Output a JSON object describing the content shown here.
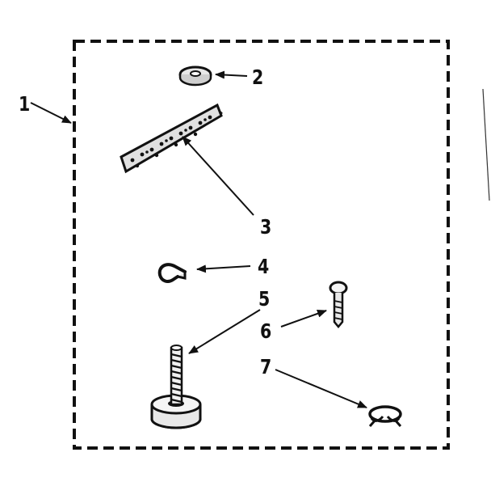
{
  "colors": {
    "ink": "#111111",
    "paper": "#ffffff",
    "part-fill": "#e8e8e8"
  },
  "callouts": {
    "kit": "1",
    "washer": "2",
    "bracket": "3",
    "clip": "4",
    "leveling_leg": "5",
    "screw": "6",
    "spring_clip": "7"
  },
  "parts": [
    {
      "callout": "1",
      "icon": "kit-boundary-dashed-box"
    },
    {
      "callout": "2",
      "icon": "washer-icon"
    },
    {
      "callout": "3",
      "icon": "perforated-bracket-icon"
    },
    {
      "callout": "4",
      "icon": "clip-icon"
    },
    {
      "callout": "5",
      "icon": "leveling-leg-icon"
    },
    {
      "callout": "6",
      "icon": "screw-icon"
    },
    {
      "callout": "7",
      "icon": "spring-clip-icon"
    }
  ]
}
